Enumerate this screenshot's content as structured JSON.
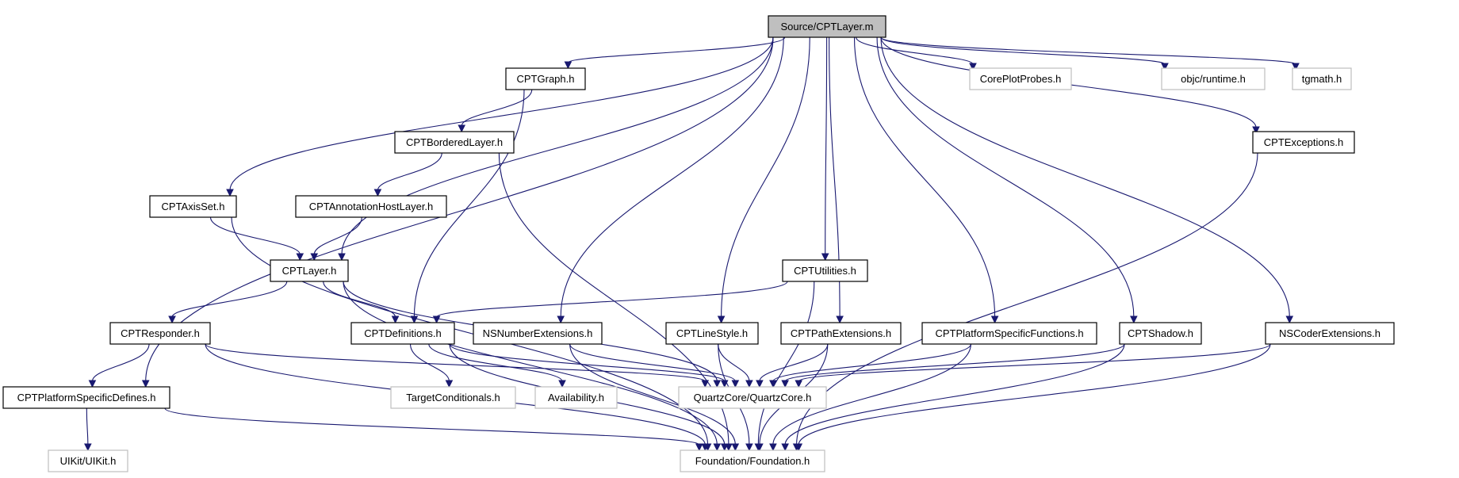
{
  "graph": {
    "title": "",
    "edge_color": "#191970",
    "root_fill": "#bfbfbf",
    "external_border": "#bfbfbf",
    "nodes": [
      {
        "id": "root",
        "label": "Source/CPTLayer.m",
        "kind": "root"
      },
      {
        "id": "graph_h",
        "label": "CPTGraph.h",
        "kind": "header"
      },
      {
        "id": "coreplotprobes",
        "label": "CorePlotProbes.h",
        "kind": "external"
      },
      {
        "id": "objc_runtime",
        "label": "objc/runtime.h",
        "kind": "external"
      },
      {
        "id": "tgmath",
        "label": "tgmath.h",
        "kind": "external"
      },
      {
        "id": "bordered",
        "label": "CPTBorderedLayer.h",
        "kind": "header"
      },
      {
        "id": "exceptions",
        "label": "CPTExceptions.h",
        "kind": "header"
      },
      {
        "id": "axisset",
        "label": "CPTAxisSet.h",
        "kind": "header"
      },
      {
        "id": "annotationhost",
        "label": "CPTAnnotationHostLayer.h",
        "kind": "header"
      },
      {
        "id": "layer_h",
        "label": "CPTLayer.h",
        "kind": "header"
      },
      {
        "id": "utilities",
        "label": "CPTUtilities.h",
        "kind": "header"
      },
      {
        "id": "responder",
        "label": "CPTResponder.h",
        "kind": "header"
      },
      {
        "id": "definitions",
        "label": "CPTDefinitions.h",
        "kind": "header"
      },
      {
        "id": "nsnumber",
        "label": "NSNumberExtensions.h",
        "kind": "header"
      },
      {
        "id": "linestyle",
        "label": "CPTLineStyle.h",
        "kind": "header"
      },
      {
        "id": "pathext",
        "label": "CPTPathExtensions.h",
        "kind": "header"
      },
      {
        "id": "platformfuncs",
        "label": "CPTPlatformSpecificFunctions.h",
        "kind": "header"
      },
      {
        "id": "shadow",
        "label": "CPTShadow.h",
        "kind": "header"
      },
      {
        "id": "nscoder",
        "label": "NSCoderExtensions.h",
        "kind": "header"
      },
      {
        "id": "platformdefines",
        "label": "CPTPlatformSpecificDefines.h",
        "kind": "header"
      },
      {
        "id": "targetcond",
        "label": "TargetConditionals.h",
        "kind": "external"
      },
      {
        "id": "availability",
        "label": "Availability.h",
        "kind": "external"
      },
      {
        "id": "quartzcore",
        "label": "QuartzCore/QuartzCore.h",
        "kind": "external"
      },
      {
        "id": "uikit",
        "label": "UIKit/UIKit.h",
        "kind": "external"
      },
      {
        "id": "foundation",
        "label": "Foundation/Foundation.h",
        "kind": "external"
      }
    ],
    "edges": [
      [
        "root",
        "graph_h"
      ],
      [
        "root",
        "coreplotprobes"
      ],
      [
        "root",
        "objc_runtime"
      ],
      [
        "root",
        "tgmath"
      ],
      [
        "root",
        "exceptions"
      ],
      [
        "root",
        "axisset"
      ],
      [
        "root",
        "layer_h"
      ],
      [
        "root",
        "utilities"
      ],
      [
        "root",
        "nsnumber"
      ],
      [
        "root",
        "linestyle"
      ],
      [
        "root",
        "pathext"
      ],
      [
        "root",
        "platformfuncs"
      ],
      [
        "root",
        "shadow"
      ],
      [
        "root",
        "nscoder"
      ],
      [
        "root",
        "platformdefines"
      ],
      [
        "graph_h",
        "bordered"
      ],
      [
        "graph_h",
        "definitions"
      ],
      [
        "bordered",
        "annotationhost"
      ],
      [
        "bordered",
        "foundation"
      ],
      [
        "annotationhost",
        "layer_h"
      ],
      [
        "axisset",
        "layer_h"
      ],
      [
        "axisset",
        "foundation"
      ],
      [
        "layer_h",
        "responder"
      ],
      [
        "layer_h",
        "definitions"
      ],
      [
        "layer_h",
        "quartzcore"
      ],
      [
        "layer_h",
        "foundation"
      ],
      [
        "utilities",
        "definitions"
      ],
      [
        "utilities",
        "foundation"
      ],
      [
        "responder",
        "platformdefines"
      ],
      [
        "responder",
        "quartzcore"
      ],
      [
        "responder",
        "foundation"
      ],
      [
        "definitions",
        "targetcond"
      ],
      [
        "definitions",
        "availability"
      ],
      [
        "definitions",
        "quartzcore"
      ],
      [
        "definitions",
        "foundation"
      ],
      [
        "nsnumber",
        "quartzcore"
      ],
      [
        "nsnumber",
        "foundation"
      ],
      [
        "linestyle",
        "quartzcore"
      ],
      [
        "linestyle",
        "foundation"
      ],
      [
        "pathext",
        "quartzcore"
      ],
      [
        "pathext",
        "foundation"
      ],
      [
        "platformfuncs",
        "quartzcore"
      ],
      [
        "platformfuncs",
        "foundation"
      ],
      [
        "shadow",
        "quartzcore"
      ],
      [
        "shadow",
        "foundation"
      ],
      [
        "nscoder",
        "quartzcore"
      ],
      [
        "nscoder",
        "foundation"
      ],
      [
        "exceptions",
        "foundation"
      ],
      [
        "platformdefines",
        "uikit"
      ],
      [
        "platformdefines",
        "foundation"
      ]
    ]
  }
}
